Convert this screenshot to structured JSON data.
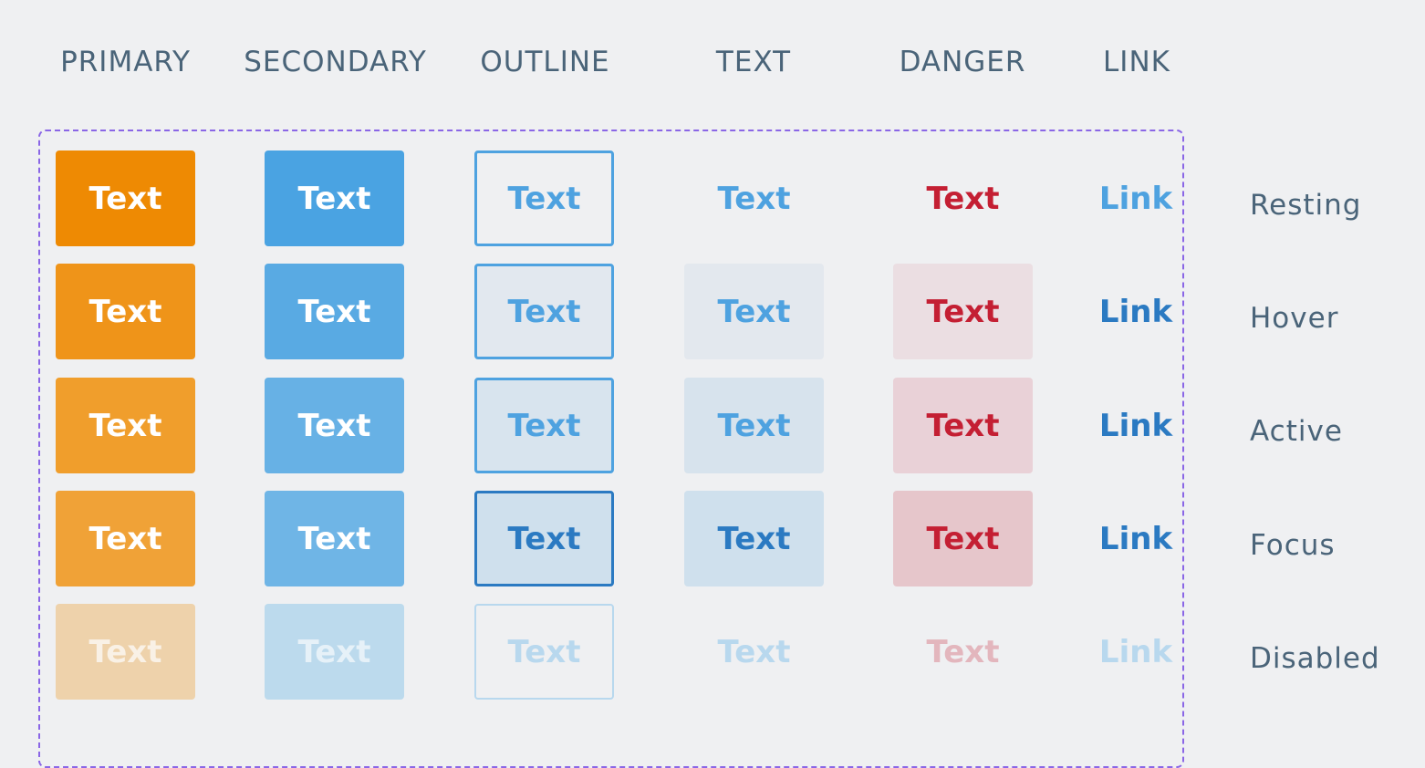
{
  "columns": {
    "primary": "PRIMARY",
    "secondary": "SECONDARY",
    "outline": "OUTLINE",
    "text": "TEXT",
    "danger": "DANGER",
    "link": "LINK"
  },
  "states": {
    "resting": "Resting",
    "hover": "Hover",
    "active": "Active",
    "focus": "Focus",
    "disabled": "Disabled"
  },
  "button_label": "Text",
  "link_label": "Link",
  "colors": {
    "background": "#eff0f2",
    "header_text": "#4a6479",
    "frame_border": "#8a66e6",
    "primary": [
      "#ee8a03",
      "#ef9419",
      "#f09e2c",
      "#f0a237",
      "#eed2ab"
    ],
    "secondary": [
      "#4aa3e2",
      "#59aae3",
      "#67b1e5",
      "#6fb5e6",
      "#bcdaed"
    ],
    "outline_border": [
      "#4ea2e0",
      "#4ea2e0",
      "#4ea2e0",
      "#2b7ac2",
      "#b8d8ee"
    ],
    "outline_fill": [
      "#eff0f2",
      "#e2e8ef",
      "#d8e4ee",
      "#cfe0ed",
      "#eff0f2"
    ],
    "text_fill": [
      "#eff0f2",
      "#e3e8ee",
      "#d7e3ed",
      "#cfe0ed",
      "#eff0f2"
    ],
    "danger_fill": [
      "#eff0f2",
      "#ebdee2",
      "#e9d1d7",
      "#e6c6cb",
      "#eff0f2"
    ],
    "danger_text": [
      "#c41f33",
      "#c41f33",
      "#c41f33",
      "#c41f33",
      "#e3b6bd"
    ],
    "blue_text": [
      "#4ea2e0",
      "#4ea2e0",
      "#4ea2e0",
      "#2b7ac2",
      "#b8d8ee"
    ],
    "link_text": [
      "#4ea2e0",
      "#2b7ac2",
      "#2b7ac2",
      "#2b7ac2",
      "#b8d8ee"
    ]
  }
}
